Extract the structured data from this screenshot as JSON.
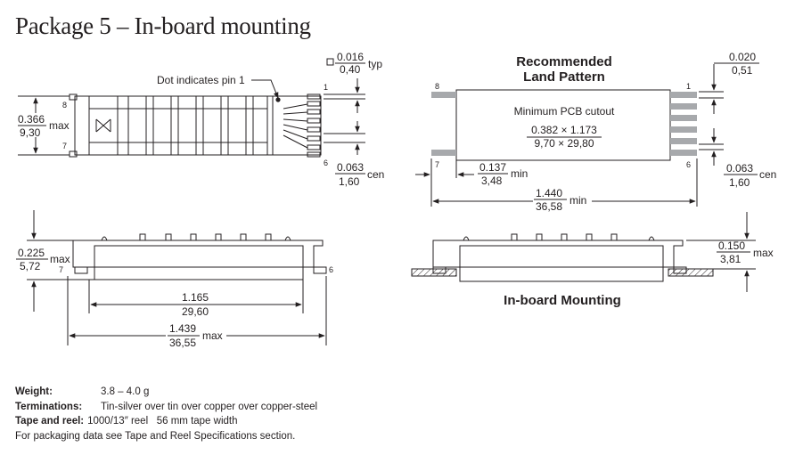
{
  "title": "Package 5 – In-board mounting",
  "top_left": {
    "pin1_note": "Dot indicates pin 1",
    "pins": {
      "p8": "8",
      "p7": "7",
      "p1": "1",
      "p6": "6"
    },
    "height_dim": {
      "inch": "0.366",
      "mm": "9,30",
      "suffix": "max"
    },
    "lead_width_dim": {
      "inch": "0.016",
      "mm": "0,40",
      "suffix": "typ"
    },
    "pitch_dim": {
      "inch": "0.063",
      "mm": "1,60",
      "suffix": "cen"
    }
  },
  "land_pattern": {
    "title_line1": "Recommended",
    "title_line2": "Land Pattern",
    "cutout_label": "Minimum PCB cutout",
    "cutout_inch": "0.382 × 1.173",
    "cutout_mm": "9,70 × 29,80",
    "pins": {
      "p8": "8",
      "p7": "7",
      "p1": "1",
      "p6": "6"
    },
    "pad_width_dim": {
      "inch": "0.020",
      "mm": "0,51"
    },
    "pad_pitch_dim": {
      "inch": "0.063",
      "mm": "1,60",
      "suffix": "cen"
    },
    "gap_dim": {
      "inch": "0.137",
      "mm": "3,48",
      "suffix": "min"
    },
    "length_dim": {
      "inch": "1.440",
      "mm": "36,58",
      "suffix": "min"
    }
  },
  "side_view": {
    "pins": {
      "p7": "7",
      "p6": "6"
    },
    "height_dim": {
      "inch": "0.225",
      "mm": "5,72",
      "suffix": "max"
    },
    "body_dim": {
      "inch": "1.165",
      "mm": "29,60"
    },
    "overall_dim": {
      "inch": "1.439",
      "mm": "36,55",
      "suffix": "max"
    }
  },
  "inboard": {
    "caption": "In-board Mounting",
    "height_dim": {
      "inch": "0.150",
      "mm": "3,81",
      "suffix": "max"
    }
  },
  "specs": [
    {
      "key": "Weight:",
      "value": "3.8 – 4.0 g"
    },
    {
      "key": "Terminations:",
      "value": "Tin-silver over tin over copper over copper-steel"
    },
    {
      "key": "Tape and reel:",
      "value": "1000/13″ reel   56 mm tape width"
    }
  ],
  "specs_note": "For packaging data see Tape and Reel Specifications section."
}
